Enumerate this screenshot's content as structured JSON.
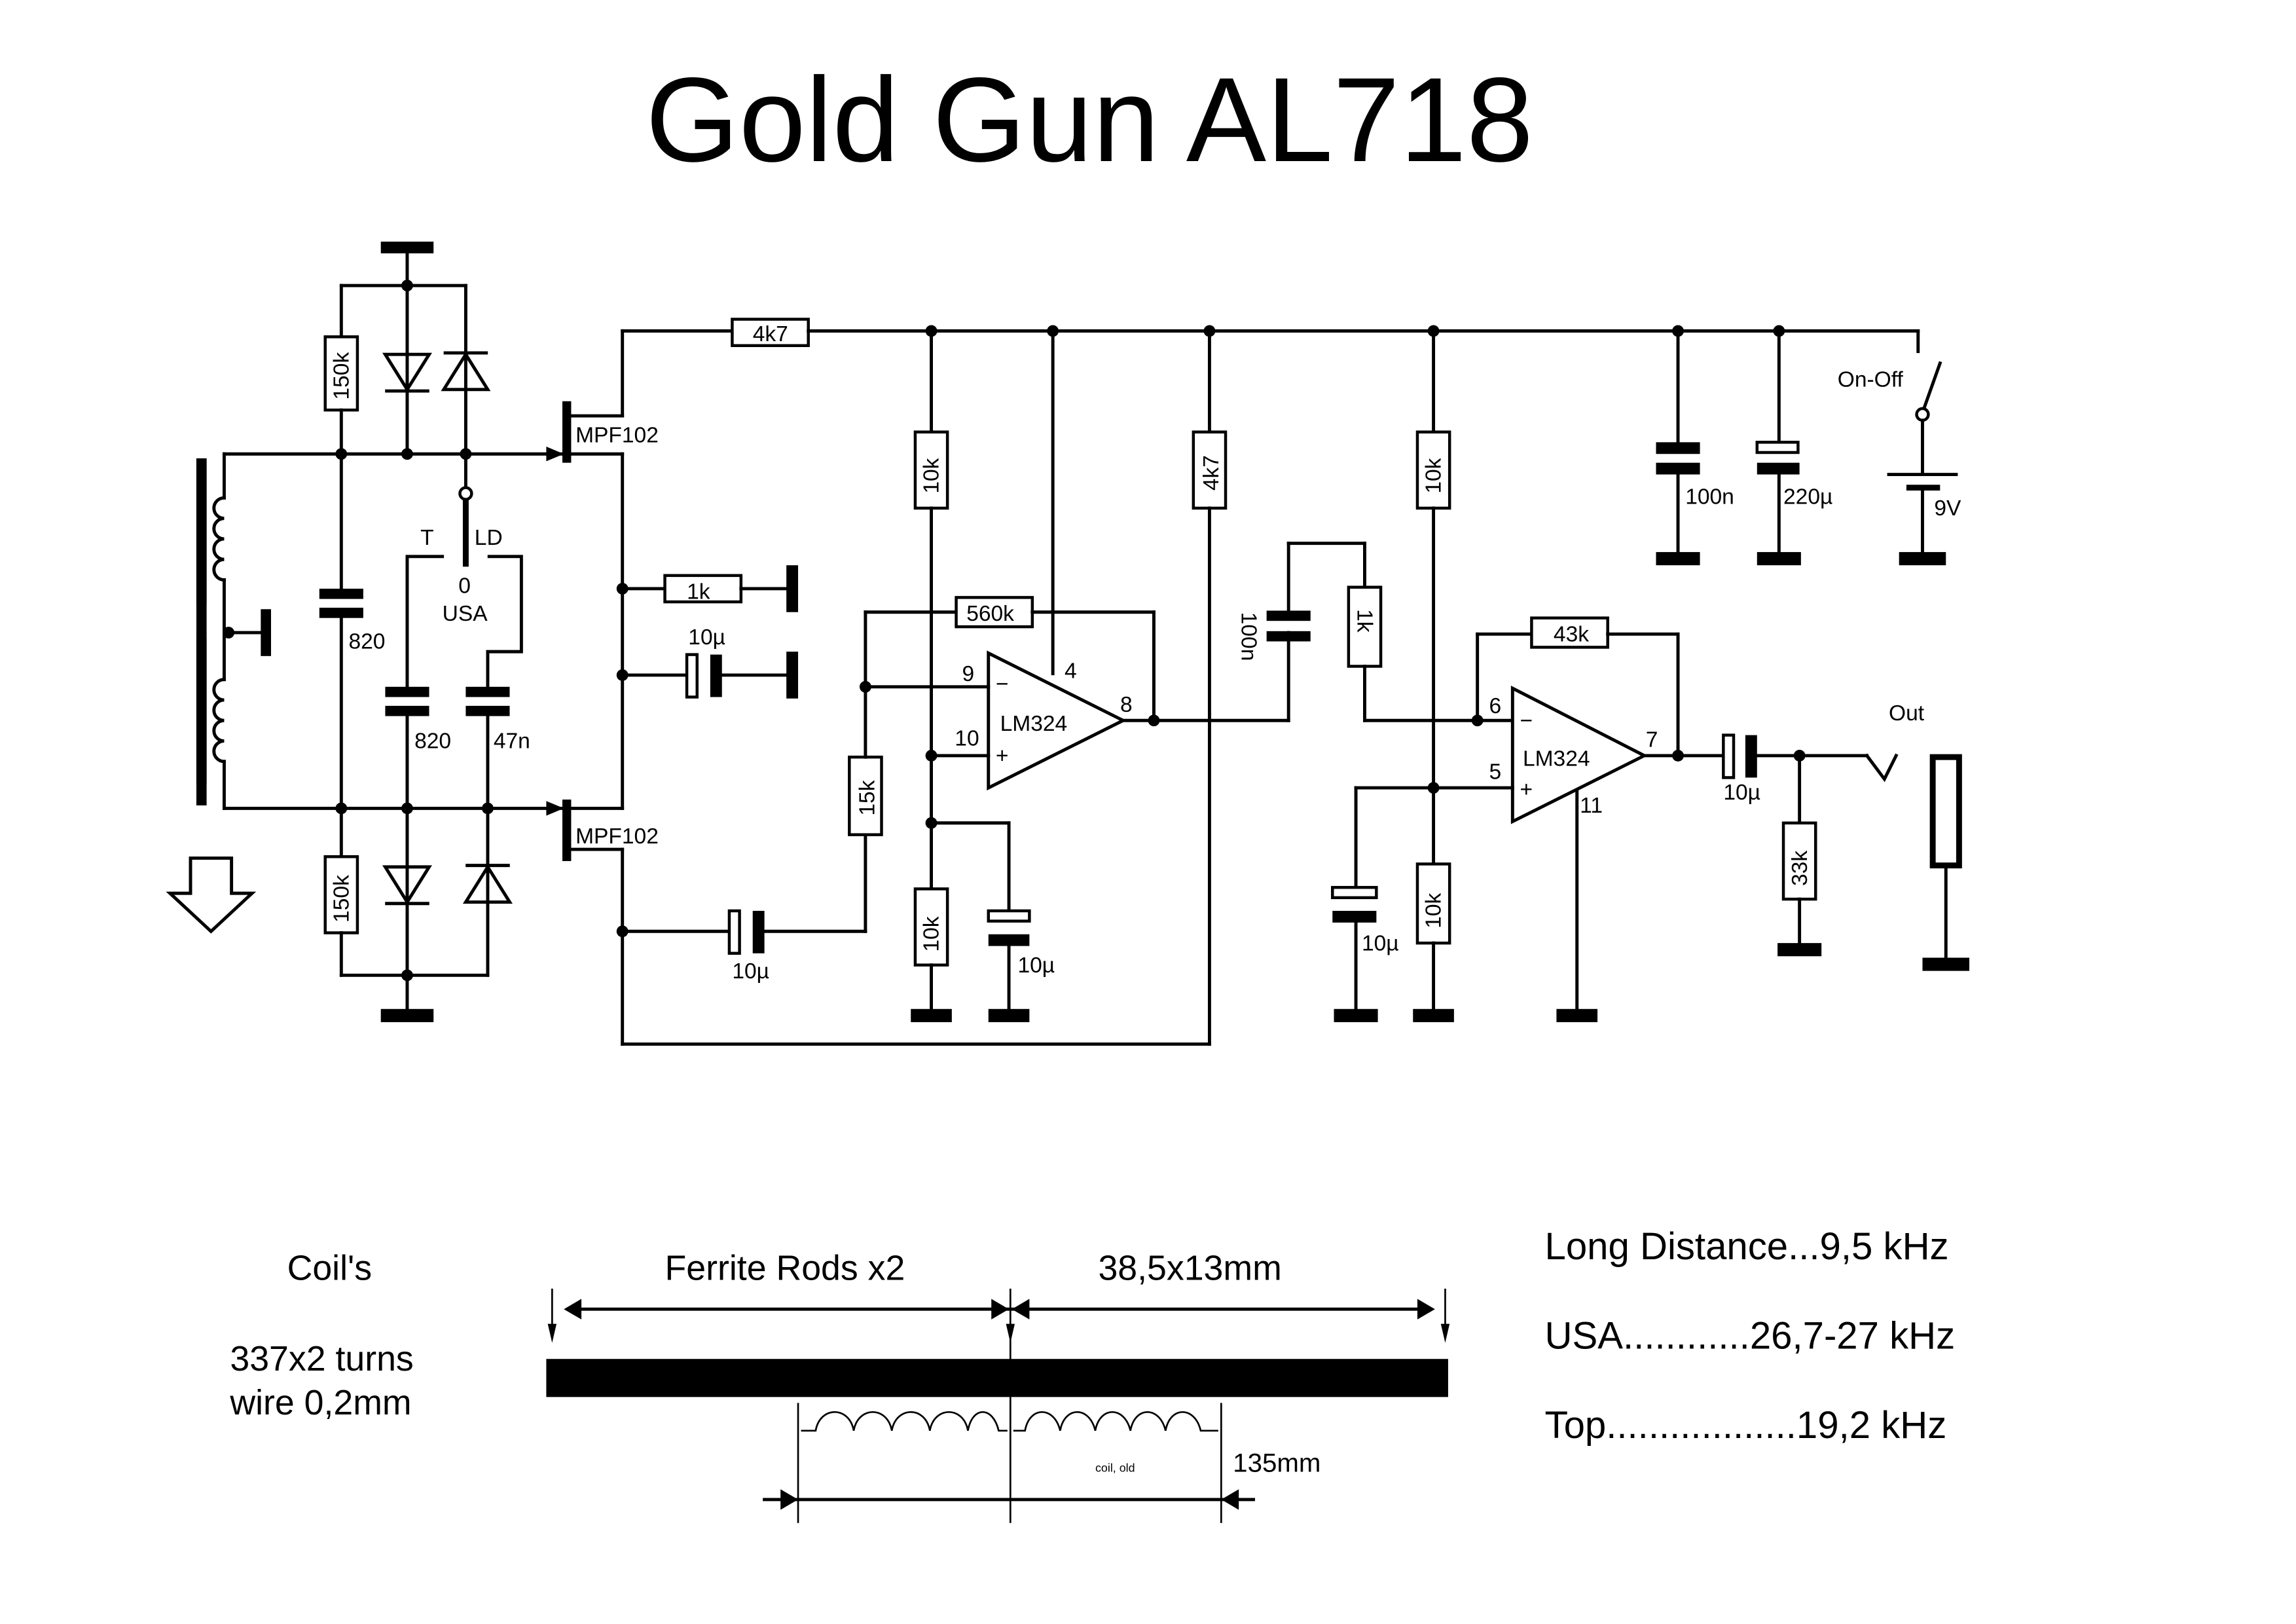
{
  "title": "Gold Gun AL718",
  "components": {
    "r_bias_top": "150k",
    "r_bias_bottom": "150k",
    "c_tank": "820",
    "c_t": "820",
    "c_usa": "47n",
    "switch_t": "T",
    "switch_ld": "LD",
    "switch_0": "0",
    "switch_usa": "USA",
    "jfet_top": "MPF102",
    "jfet_bottom": "MPF102",
    "r_drain": "4k7",
    "r_source": "1k",
    "c_source": "10µ",
    "c_couple1": "10µ",
    "r_in1": "15k",
    "r_fb1": "560k",
    "r_div1_top": "10k",
    "r_div1_bot": "10k",
    "c_div1": "10µ",
    "r_4k7_v": "4k7",
    "opamp1": "LM324",
    "opamp1_pins": {
      "inv": "9",
      "noninv": "10",
      "vcc": "4",
      "out": "8"
    },
    "c_couple2": "100n",
    "r_in2": "1k",
    "r_fb2": "43k",
    "r_div2_top": "10k",
    "r_div2_bot": "10k",
    "c_div2": "10µ",
    "opamp2": "LM324",
    "opamp2_pins": {
      "inv": "6",
      "noninv": "5",
      "gnd": "11",
      "out": "7"
    },
    "c_out": "10µ",
    "r_out": "33k",
    "out_label": "Out",
    "c_supply1": "100n",
    "c_supply2": "220µ",
    "switch_power": "On-Off",
    "battery": "9V"
  },
  "coil_notes": {
    "heading": "Coil's",
    "turns": "337x2 turns",
    "wire": "wire 0,2mm",
    "rods_label": "Ferrite Rods x2",
    "rods_size": "38,5x13mm",
    "coil_label": "coil, old",
    "length": "135mm"
  },
  "frequencies": [
    {
      "mode": "Long Distance...",
      "value": "9,5 kHz"
    },
    {
      "mode": "USA............",
      "value": "26,7-27 kHz"
    },
    {
      "mode": "Top..................",
      "value": "19,2 kHz"
    }
  ]
}
